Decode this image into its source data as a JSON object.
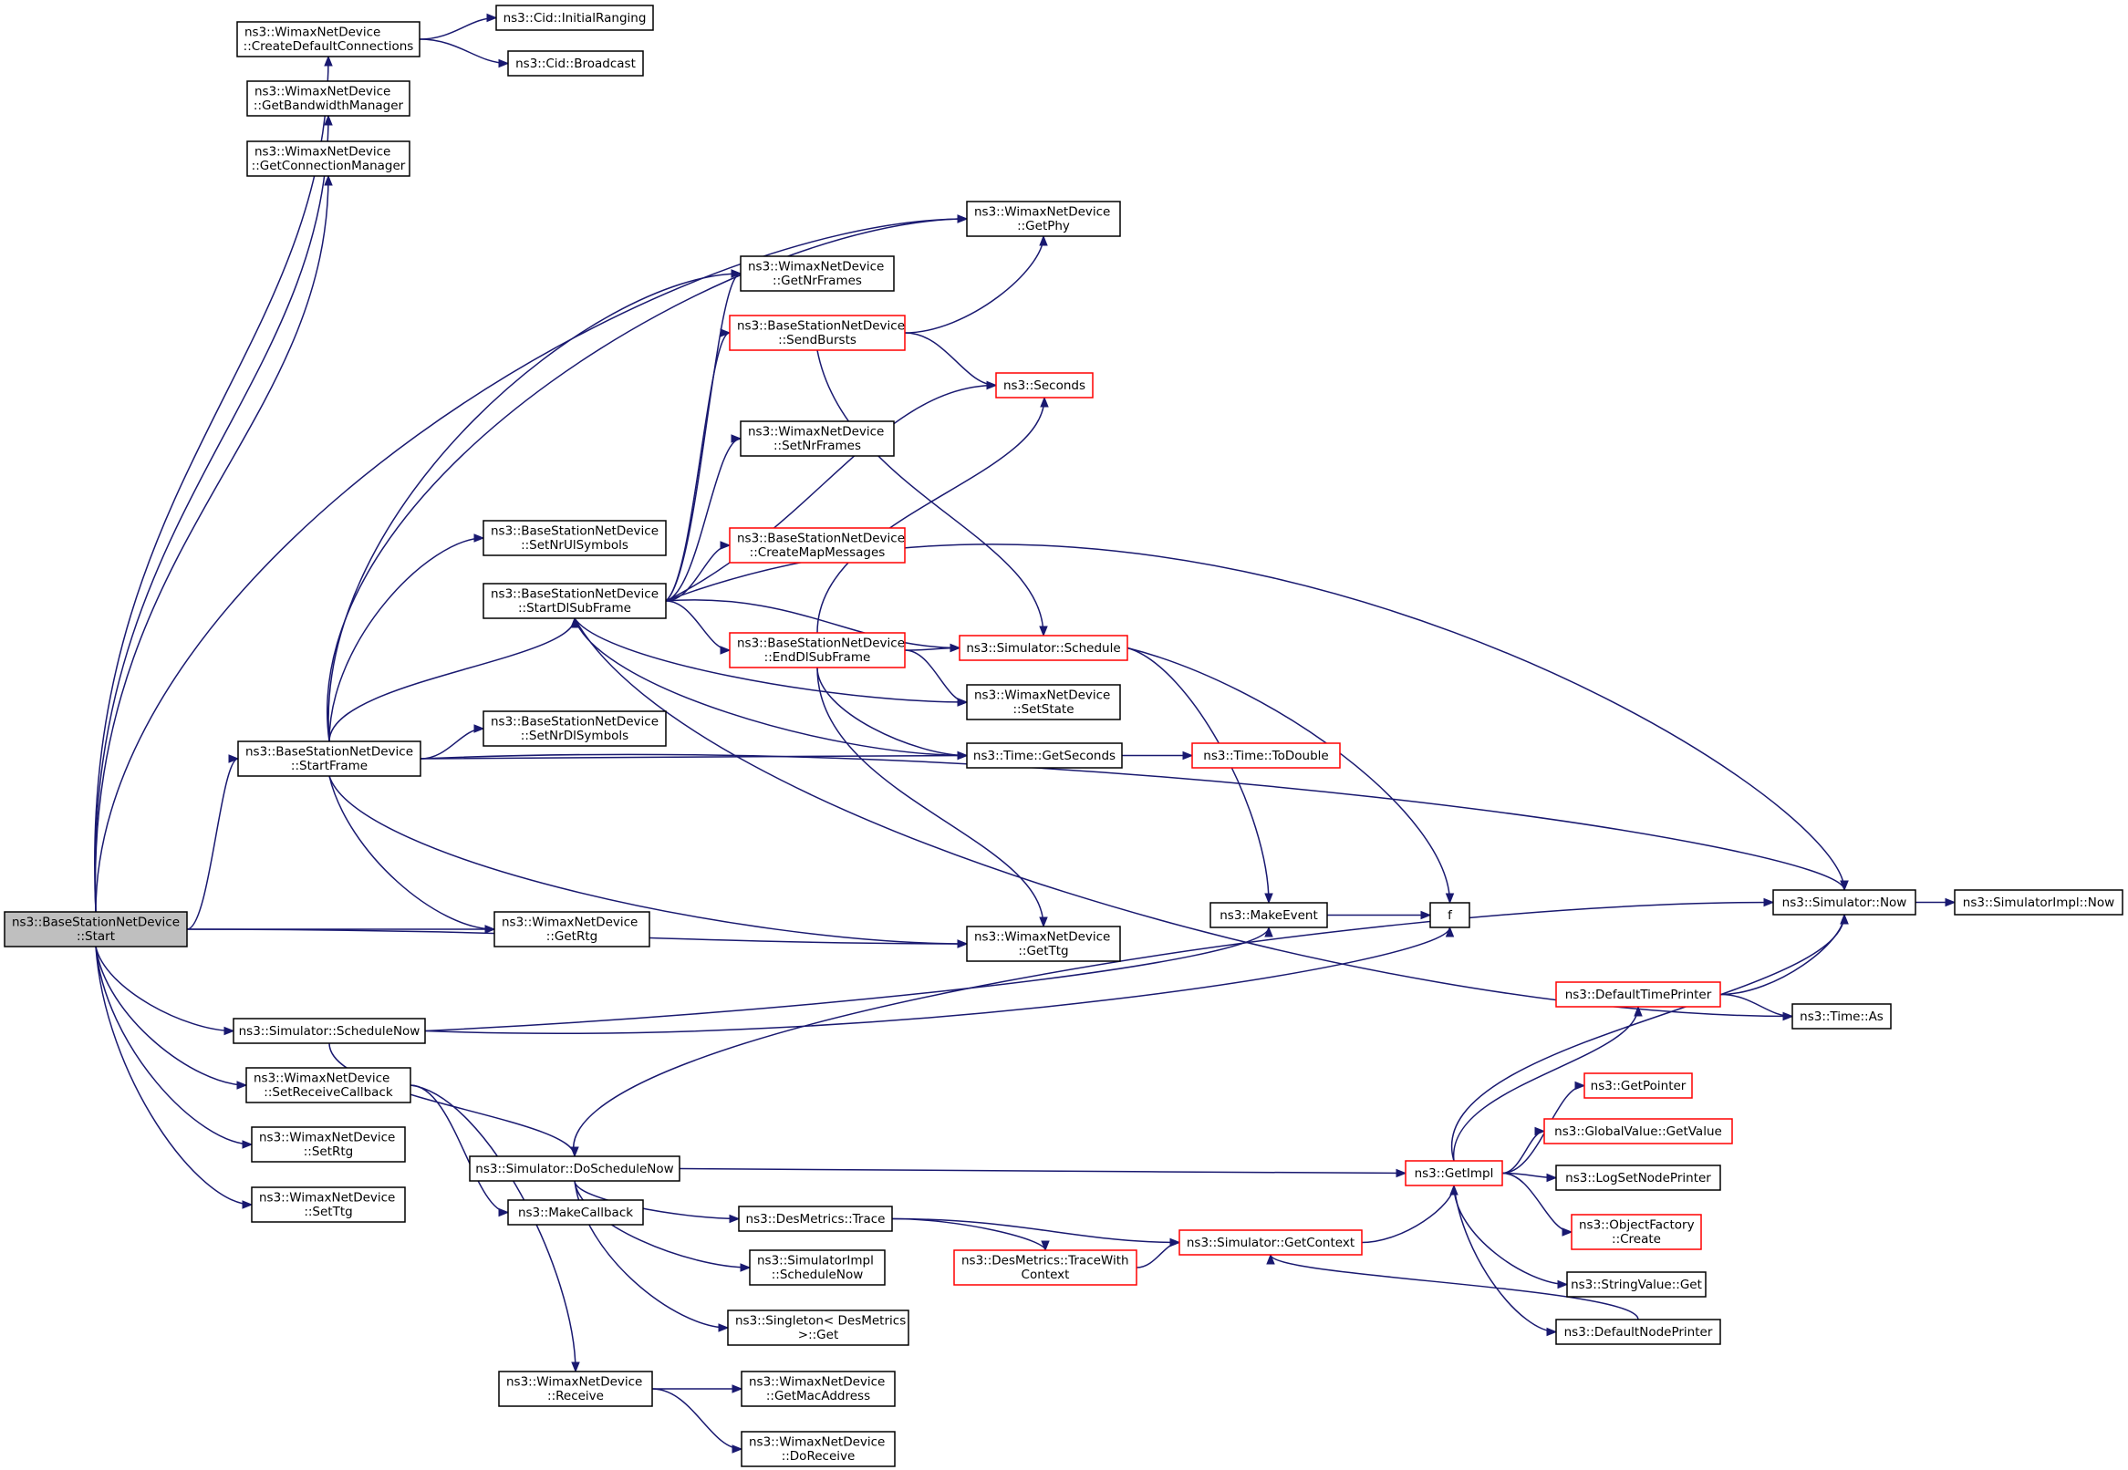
{
  "nodes": [
    {
      "id": "start",
      "lines": [
        "ns3::BaseStationNetDevice",
        "::Start"
      ],
      "style": "root"
    },
    {
      "id": "createdefault",
      "lines": [
        "ns3::WimaxNetDevice",
        "::CreateDefaultConnections"
      ],
      "style": "black"
    },
    {
      "id": "cid_initial",
      "lines": [
        "ns3::Cid::InitialRanging"
      ],
      "style": "black"
    },
    {
      "id": "cid_broadcast",
      "lines": [
        "ns3::Cid::Broadcast"
      ],
      "style": "black"
    },
    {
      "id": "getbw",
      "lines": [
        "ns3::WimaxNetDevice",
        "::GetBandwidthManager"
      ],
      "style": "black"
    },
    {
      "id": "getconn",
      "lines": [
        "ns3::WimaxNetDevice",
        "::GetConnectionManager"
      ],
      "style": "black"
    },
    {
      "id": "getphy",
      "lines": [
        "ns3::WimaxNetDevice",
        "::GetPhy"
      ],
      "style": "black"
    },
    {
      "id": "getnrframes",
      "lines": [
        "ns3::WimaxNetDevice",
        "::GetNrFrames"
      ],
      "style": "black"
    },
    {
      "id": "sendbursts",
      "lines": [
        "ns3::BaseStationNetDevice",
        "::SendBursts"
      ],
      "style": "red"
    },
    {
      "id": "seconds",
      "lines": [
        "ns3::Seconds"
      ],
      "style": "red"
    },
    {
      "id": "setnrframes",
      "lines": [
        "ns3::WimaxNetDevice",
        "::SetNrFrames"
      ],
      "style": "black"
    },
    {
      "id": "setnrul",
      "lines": [
        "ns3::BaseStationNetDevice",
        "::SetNrUlSymbols"
      ],
      "style": "black"
    },
    {
      "id": "createmap",
      "lines": [
        "ns3::BaseStationNetDevice",
        "::CreateMapMessages"
      ],
      "style": "red"
    },
    {
      "id": "startdl",
      "lines": [
        "ns3::BaseStationNetDevice",
        "::StartDlSubFrame"
      ],
      "style": "black"
    },
    {
      "id": "enddl",
      "lines": [
        "ns3::BaseStationNetDevice",
        "::EndDlSubFrame"
      ],
      "style": "red"
    },
    {
      "id": "schedule",
      "lines": [
        "ns3::Simulator::Schedule"
      ],
      "style": "red"
    },
    {
      "id": "setstate",
      "lines": [
        "ns3::WimaxNetDevice",
        "::SetState"
      ],
      "style": "black"
    },
    {
      "id": "setnrdl",
      "lines": [
        "ns3::BaseStationNetDevice",
        "::SetNrDlSymbols"
      ],
      "style": "black"
    },
    {
      "id": "startframe",
      "lines": [
        "ns3::BaseStationNetDevice",
        "::StartFrame"
      ],
      "style": "black"
    },
    {
      "id": "getseconds",
      "lines": [
        "ns3::Time::GetSeconds"
      ],
      "style": "black"
    },
    {
      "id": "todouble",
      "lines": [
        "ns3::Time::ToDouble"
      ],
      "style": "red"
    },
    {
      "id": "getrtg",
      "lines": [
        "ns3::WimaxNetDevice",
        "::GetRtg"
      ],
      "style": "black"
    },
    {
      "id": "getttg",
      "lines": [
        "ns3::WimaxNetDevice",
        "::GetTtg"
      ],
      "style": "black"
    },
    {
      "id": "makeevent",
      "lines": [
        "ns3::MakeEvent"
      ],
      "style": "black"
    },
    {
      "id": "f",
      "lines": [
        "f"
      ],
      "style": "black"
    },
    {
      "id": "simnow",
      "lines": [
        "ns3::Simulator::Now"
      ],
      "style": "black"
    },
    {
      "id": "implnow",
      "lines": [
        "ns3::SimulatorImpl::Now"
      ],
      "style": "black"
    },
    {
      "id": "schedulenow",
      "lines": [
        "ns3::Simulator::ScheduleNow"
      ],
      "style": "black"
    },
    {
      "id": "defaulttimeprinter",
      "lines": [
        "ns3::DefaultTimePrinter"
      ],
      "style": "red"
    },
    {
      "id": "timeas",
      "lines": [
        "ns3::Time::As"
      ],
      "style": "black"
    },
    {
      "id": "setrecv",
      "lines": [
        "ns3::WimaxNetDevice",
        "::SetReceiveCallback"
      ],
      "style": "black"
    },
    {
      "id": "getpointer",
      "lines": [
        "ns3::GetPointer"
      ],
      "style": "red"
    },
    {
      "id": "globalvalue",
      "lines": [
        "ns3::GlobalValue::GetValue"
      ],
      "style": "red"
    },
    {
      "id": "setrtg",
      "lines": [
        "ns3::WimaxNetDevice",
        "::SetRtg"
      ],
      "style": "black"
    },
    {
      "id": "doschedulenow",
      "lines": [
        "ns3::Simulator::DoScheduleNow"
      ],
      "style": "black"
    },
    {
      "id": "getimpl",
      "lines": [
        "ns3::GetImpl"
      ],
      "style": "red"
    },
    {
      "id": "logsetnode",
      "lines": [
        "ns3::LogSetNodePrinter"
      ],
      "style": "black"
    },
    {
      "id": "setttg",
      "lines": [
        "ns3::WimaxNetDevice",
        "::SetTtg"
      ],
      "style": "black"
    },
    {
      "id": "makecallback",
      "lines": [
        "ns3::MakeCallback"
      ],
      "style": "black"
    },
    {
      "id": "desmetricstrace",
      "lines": [
        "ns3::DesMetrics::Trace"
      ],
      "style": "black"
    },
    {
      "id": "objfactory",
      "lines": [
        "ns3::ObjectFactory",
        "::Create"
      ],
      "style": "red"
    },
    {
      "id": "getcontext",
      "lines": [
        "ns3::Simulator::GetContext"
      ],
      "style": "red"
    },
    {
      "id": "implschedulenow",
      "lines": [
        "ns3::SimulatorImpl",
        "::ScheduleNow"
      ],
      "style": "black"
    },
    {
      "id": "tracewith",
      "lines": [
        "ns3::DesMetrics::TraceWith",
        "Context"
      ],
      "style": "red"
    },
    {
      "id": "stringvalue",
      "lines": [
        "ns3::StringValue::Get"
      ],
      "style": "black"
    },
    {
      "id": "singleton",
      "lines": [
        "ns3::Singleton< DesMetrics",
        ">::Get"
      ],
      "style": "black"
    },
    {
      "id": "defaultnodeprinter",
      "lines": [
        "ns3::DefaultNodePrinter"
      ],
      "style": "black"
    },
    {
      "id": "receive",
      "lines": [
        "ns3::WimaxNetDevice",
        "::Receive"
      ],
      "style": "black"
    },
    {
      "id": "getmac",
      "lines": [
        "ns3::WimaxNetDevice",
        "::GetMacAddress"
      ],
      "style": "black"
    },
    {
      "id": "doreceive",
      "lines": [
        "ns3::WimaxNetDevice",
        "::DoReceive"
      ],
      "style": "black"
    }
  ]
}
